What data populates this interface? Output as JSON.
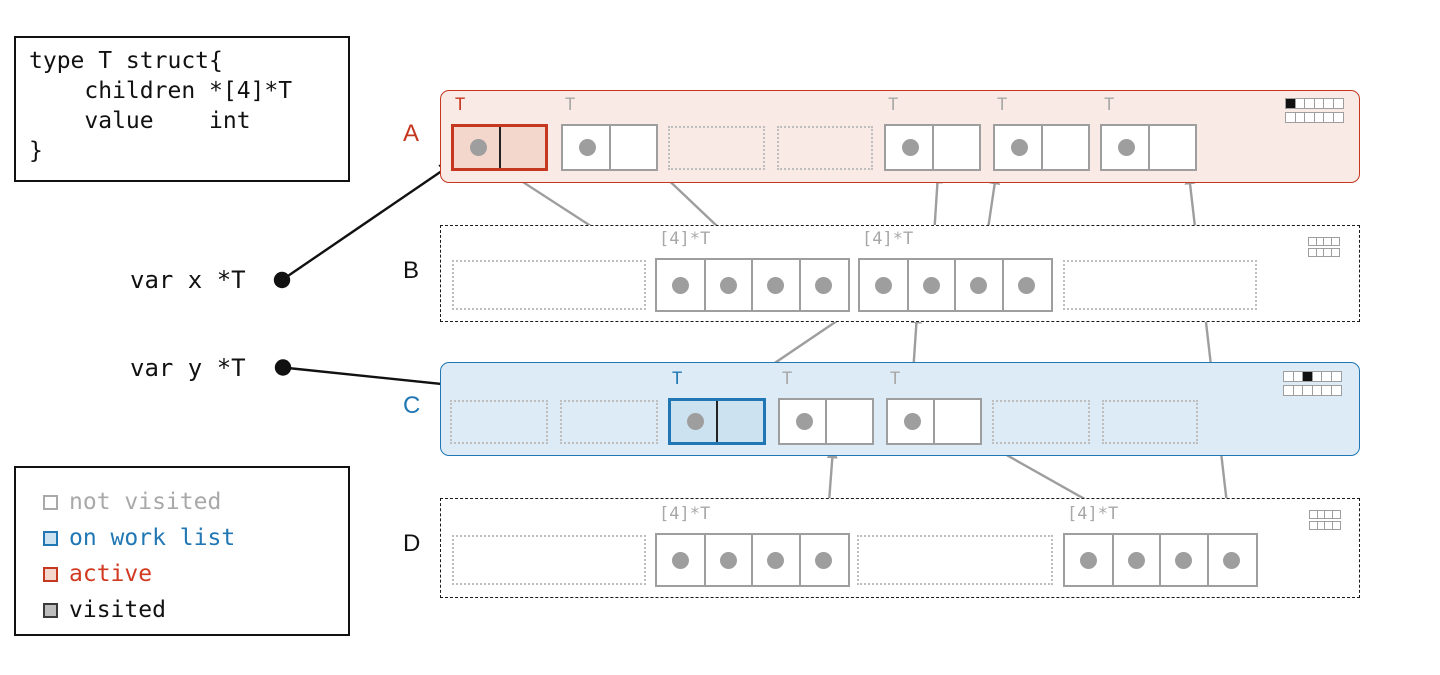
{
  "title": "Go garbage collector heap scan diagram",
  "palette": {
    "red": "#c6371f",
    "blue": "#2077b4",
    "gray": "#9e9e9e",
    "gray_label": "#a8a8a8",
    "black": "#111111",
    "span_active_fill": "#faeae6",
    "span_worklist_fill": "#ddebf6",
    "cell_active_fill": "#f3d6cc",
    "cell_worklist_fill": "#cde2f1"
  },
  "code": {
    "text": "type T struct{\n    children *[4]*T\n    value    int\n}"
  },
  "legend": {
    "items": [
      {
        "label": "not visited",
        "state": "not-visited",
        "swatch_border": "#a9a9a9",
        "swatch_fill": "#ffffff",
        "text_color": "#a9a9a9"
      },
      {
        "label": "on work list",
        "state": "worklist",
        "swatch_border": "#2077b4",
        "swatch_fill": "#cde2f1",
        "text_color": "#2077b4"
      },
      {
        "label": "active",
        "state": "active",
        "swatch_border": "#c6371f",
        "swatch_fill": "#f3d6cc",
        "text_color": "#d13a20"
      },
      {
        "label": "visited",
        "state": "visited",
        "swatch_border": "#3a3a3a",
        "swatch_fill": "#bdbdbd",
        "text_color": "#111111"
      }
    ]
  },
  "variables": [
    {
      "label": "var x *T",
      "points_to": "A.s0"
    },
    {
      "label": "var y *T",
      "points_to": "C.s2"
    }
  ],
  "heap": {
    "rows": [
      {
        "id": "A",
        "label": "A",
        "kind": "active",
        "accent": "#c6371f",
        "slots": [
          {
            "id": "s0",
            "kind": "struct",
            "state": "active",
            "type_label": "T"
          },
          {
            "id": "s1",
            "kind": "struct",
            "state": "visited",
            "type_label": "T"
          },
          {
            "id": "s2",
            "kind": "free"
          },
          {
            "id": "s3",
            "kind": "free"
          },
          {
            "id": "s4",
            "kind": "struct",
            "state": "visited",
            "type_label": "T"
          },
          {
            "id": "s5",
            "kind": "struct",
            "state": "visited",
            "type_label": "T"
          },
          {
            "id": "s6",
            "kind": "struct",
            "state": "visited",
            "type_label": "T"
          }
        ],
        "bitmap": {
          "cols": 6,
          "rows": 2,
          "filled": [
            [
              0,
              0
            ]
          ]
        }
      },
      {
        "id": "B",
        "label": "B",
        "kind": "plain",
        "accent": "#111111",
        "slots": [
          {
            "id": "f0",
            "kind": "free"
          },
          {
            "id": "a0",
            "kind": "array",
            "state": "visited",
            "type_label": "[4]*T",
            "cells": 4
          },
          {
            "id": "a1",
            "kind": "array",
            "state": "visited",
            "type_label": "[4]*T",
            "cells": 4
          },
          {
            "id": "f1",
            "kind": "free"
          }
        ],
        "bitmap": {
          "cols": 4,
          "rows": 2,
          "filled": []
        }
      },
      {
        "id": "C",
        "label": "C",
        "kind": "worklist",
        "accent": "#2077b4",
        "slots": [
          {
            "id": "s0",
            "kind": "free"
          },
          {
            "id": "s1",
            "kind": "free"
          },
          {
            "id": "s2",
            "kind": "struct",
            "state": "worklist",
            "type_label": "T"
          },
          {
            "id": "s3",
            "kind": "struct",
            "state": "visited",
            "type_label": "T"
          },
          {
            "id": "s4",
            "kind": "struct",
            "state": "visited",
            "type_label": "T"
          },
          {
            "id": "s5",
            "kind": "free"
          },
          {
            "id": "s6",
            "kind": "free"
          }
        ],
        "bitmap": {
          "cols": 6,
          "rows": 2,
          "filled": [
            [
              0,
              2
            ]
          ]
        }
      },
      {
        "id": "D",
        "label": "D",
        "kind": "plain",
        "accent": "#111111",
        "slots": [
          {
            "id": "f0",
            "kind": "free"
          },
          {
            "id": "a0",
            "kind": "array",
            "state": "visited",
            "type_label": "[4]*T",
            "cells": 4
          },
          {
            "id": "f1",
            "kind": "free"
          },
          {
            "id": "a1",
            "kind": "array",
            "state": "visited",
            "type_label": "[4]*T",
            "cells": 4
          }
        ],
        "bitmap": {
          "cols": 4,
          "rows": 2,
          "filled": []
        }
      }
    ]
  },
  "edges": [
    {
      "from": "A.s0",
      "to": "B.a0"
    },
    {
      "from": "B.a0.c2",
      "to": "A.s1"
    },
    {
      "from": "B.a1.c1",
      "to": "A.s4"
    },
    {
      "from": "B.a1.c2",
      "to": "A.s5"
    },
    {
      "from": "C.s2",
      "to": "B.a1"
    },
    {
      "from": "C.s4",
      "to": "B.a1"
    },
    {
      "from": "D.a0.c3",
      "to": "C.s3"
    },
    {
      "from": "D.a1.c2",
      "to": "C.s4"
    },
    {
      "from": "D.a1.c3",
      "to": "A.s6"
    }
  ]
}
